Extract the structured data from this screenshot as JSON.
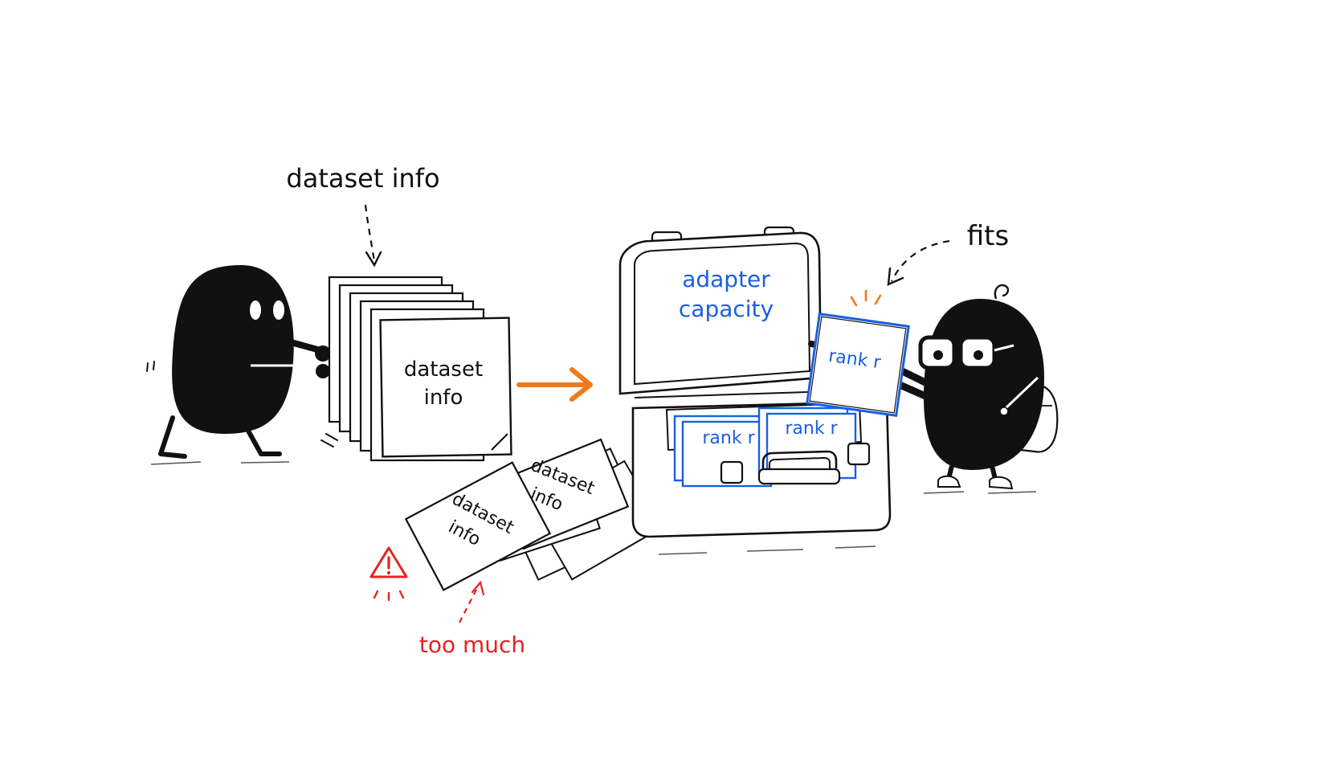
{
  "labels": {
    "top_caption": "dataset info",
    "stack_card": "dataset info",
    "fits": "fits",
    "suitcase_lid": "adapter capacity",
    "rank_card_held": "rank r",
    "rank_card_left": "rank r",
    "rank_card_right": "rank r",
    "floor_card_back": "dataset info",
    "floor_card_front": "dataset info",
    "too_much": "too much"
  },
  "colors": {
    "ink": "#111111",
    "blue": "#1a5fe0",
    "orange": "#f07a1a",
    "red": "#e52222",
    "card_fill": "#ffffff"
  },
  "icons": [
    "warning-triangle-icon",
    "right-arrow-icon",
    "dashed-arrow-icon"
  ]
}
